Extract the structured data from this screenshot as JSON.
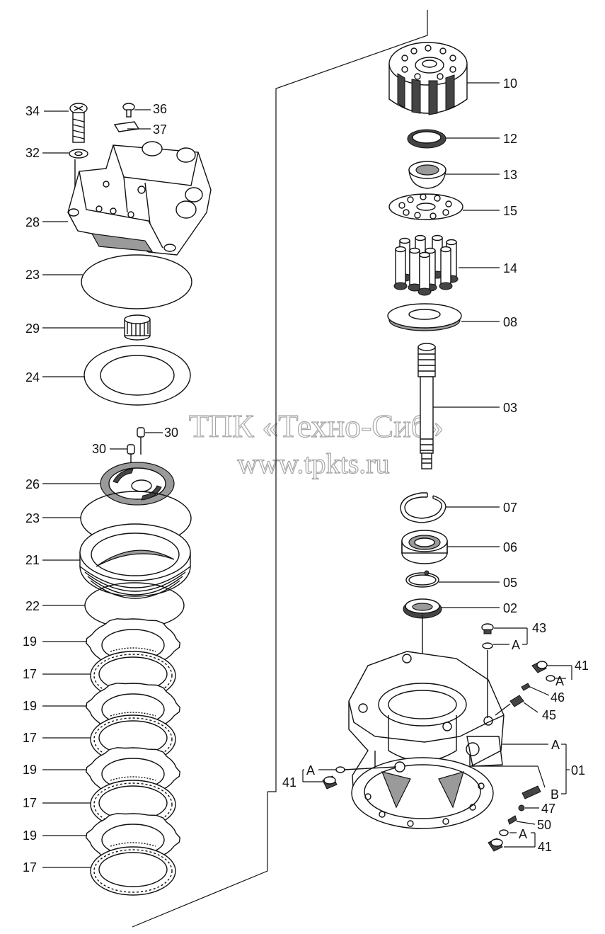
{
  "watermark": {
    "line1": "ТПК «Техно-Сиб»",
    "line2": "www.tpkts.ru"
  },
  "callouts": {
    "p34": "34",
    "p36": "36",
    "p37": "37",
    "p32": "32",
    "p28": "28",
    "p23a": "23",
    "p29": "29",
    "p24": "24",
    "p30a": "30",
    "p30b": "30",
    "p26": "26",
    "p23b": "23",
    "p21": "21",
    "p22": "22",
    "p19a": "19",
    "p17a": "17",
    "p19b": "19",
    "p17b": "17",
    "p19c": "19",
    "p17c": "17",
    "p19d": "19",
    "p17d": "17",
    "p10": "10",
    "p12": "12",
    "p13": "13",
    "p15": "15",
    "p14": "14",
    "p08": "08",
    "p03": "03",
    "p07": "07",
    "p06": "06",
    "p05": "05",
    "p02": "02",
    "p43": "43",
    "p43_ref": "A",
    "p41a": "41",
    "p41a_ref": "A",
    "p46": "46",
    "p45": "45",
    "p01_refA": "A",
    "p01": "01",
    "p01_refB": "B",
    "p47": "47",
    "p50": "50",
    "p41b": "41",
    "p41b_ref": "A",
    "p41c": "41",
    "p41c_ref": "A"
  },
  "colors": {
    "line": "#111111",
    "watermark": "#a6a6a6",
    "background": "#ffffff"
  }
}
